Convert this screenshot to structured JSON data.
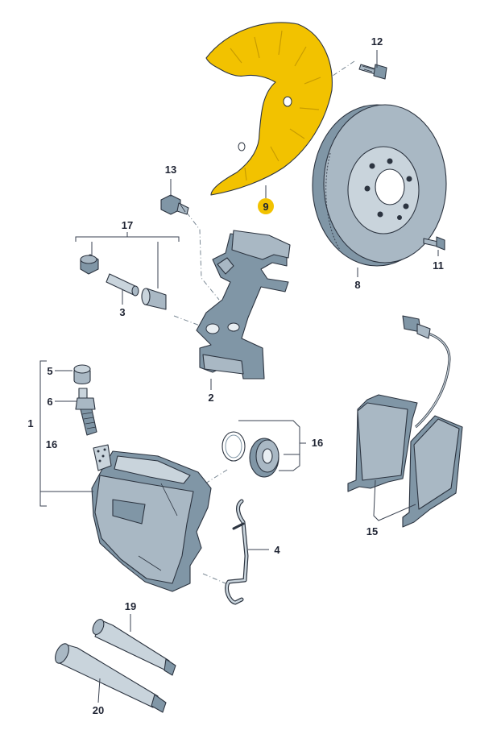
{
  "diagram": {
    "highlight_color": "#f2c200",
    "part_color": "#a9b8c4",
    "labels": {
      "p1": "1",
      "p2": "2",
      "p3": "3",
      "p4": "4",
      "p5": "5",
      "p6": "6",
      "p8": "8",
      "p9": "9",
      "p11": "11",
      "p12": "12",
      "p13": "13",
      "p15": "15",
      "p16a": "16",
      "p16b": "16",
      "p17": "17",
      "p19": "19",
      "p20": "20"
    },
    "parts": [
      {
        "id": "2",
        "name": "caliper-carrier"
      },
      {
        "id": "3",
        "name": "guide-pin"
      },
      {
        "id": "4",
        "name": "retaining-spring"
      },
      {
        "id": "5",
        "name": "dust-cap"
      },
      {
        "id": "6",
        "name": "bleeder-valve"
      },
      {
        "id": "8",
        "name": "brake-disc"
      },
      {
        "id": "9",
        "name": "splash-shield",
        "highlighted": true
      },
      {
        "id": "11",
        "name": "countersunk-screw"
      },
      {
        "id": "12",
        "name": "shield-bolt"
      },
      {
        "id": "13",
        "name": "carrier-bolt"
      },
      {
        "id": "15",
        "name": "brake-pads"
      },
      {
        "id": "16",
        "name": "seal-kit"
      },
      {
        "id": "17",
        "name": "guide-pin-kit"
      },
      {
        "id": "19",
        "name": "grease-tube"
      },
      {
        "id": "20",
        "name": "assembly-paste-tube"
      }
    ]
  }
}
